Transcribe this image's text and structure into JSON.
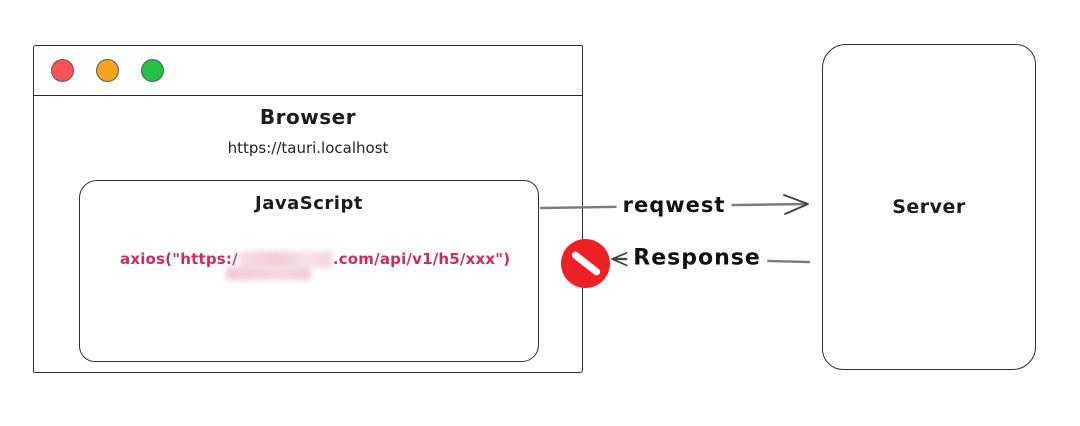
{
  "diagram": {
    "browser": {
      "title": "Browser",
      "url": "https://tauri.localhost",
      "traffic_lights": {
        "close_color": "#fa5257",
        "minimize_color": "#f5a31e",
        "maximize_color": "#24c146"
      },
      "js_box": {
        "title": "JavaScript",
        "code_prefix": "axios(\"https:/",
        "code_suffix": ".com/api/v1/h5/xxx\")",
        "code_color": "#cb2e5a",
        "code_censored": true
      }
    },
    "arrows": {
      "request": {
        "label": "reqwest",
        "direction": "right"
      },
      "response": {
        "label": "Response",
        "direction": "left",
        "blocked": true
      }
    },
    "blocked_icon": {
      "color": "#ee2127"
    },
    "server": {
      "title": "Server"
    },
    "stroke_color": "#2d2d2d",
    "arrow_line_color": "#7c7c7c"
  }
}
